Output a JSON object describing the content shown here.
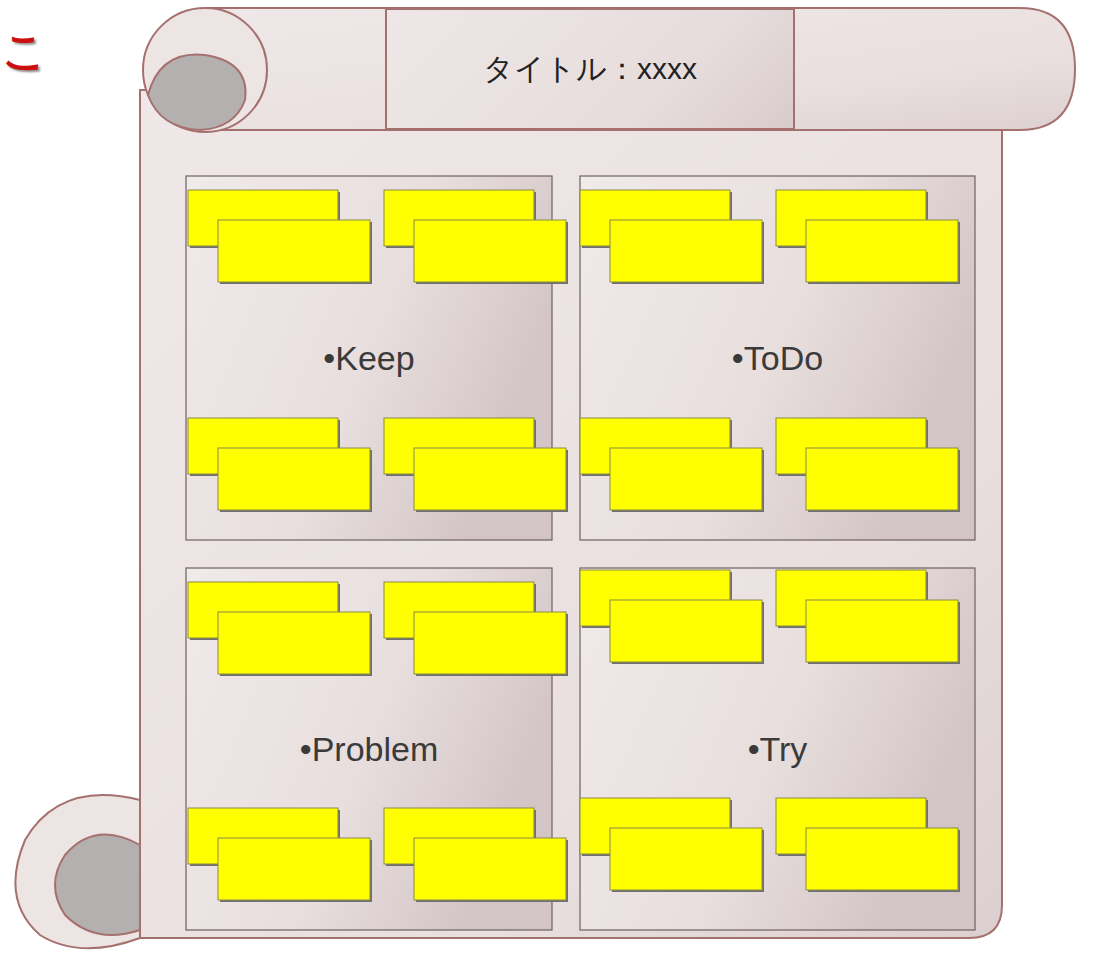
{
  "diagram": {
    "nodes": [
      {
        "text": [
          "タイトル：xxxx"
        ]
      },
      {
        "text": [
          "•Keep"
        ]
      },
      {
        "text": [
          "•ToDo"
        ]
      },
      {
        "text": [
          "•Problem"
        ]
      },
      {
        "text": [
          "•Try"
        ]
      }
    ],
    "labels": [
      "こ"
    ]
  }
}
